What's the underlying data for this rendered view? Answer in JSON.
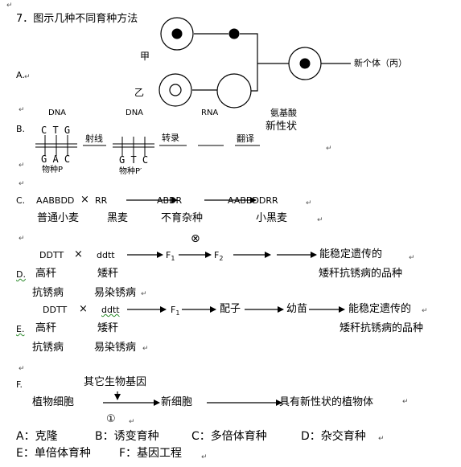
{
  "question": {
    "number_title": "7．图示几种不同育种方法",
    "return_mark": "↵"
  },
  "option_a": {
    "label": "A.",
    "jia": "甲",
    "yi": "乙",
    "result": "新个体（丙）"
  },
  "option_b": {
    "label": "B.",
    "dna1": "DNA",
    "dna2": "DNA",
    "rna": "RNA",
    "amino": "氨基酸",
    "top_seq": "C T G",
    "bottom_seq": "G A C",
    "species_p": "物种P",
    "radiation": "射线",
    "mut_seq": "G T C",
    "species_p2": "物种P′",
    "transcription": "转录",
    "translation": "翻译",
    "new_trait": "新性状"
  },
  "option_c": {
    "label": "C.",
    "p1": "AABBDD",
    "cross": "×",
    "p2": "RR",
    "hybrid": "ABDR",
    "product": "AABBDDRR",
    "n1": "普通小麦",
    "n2": "黑麦",
    "n3": "不育杂种",
    "n4": "小黑麦"
  },
  "option_d": {
    "label": "D.",
    "selfing": "⊗",
    "p1": "DDTT",
    "cross": "×",
    "p2": "ddtt",
    "f1": "F",
    "f1_sub": "1",
    "f2": "F",
    "f2_sub": "2",
    "result_line1": "能稳定遗传的",
    "trait1": "高秆",
    "trait2": "矮秆",
    "result_line2": "矮秆抗锈病的品种",
    "res1": "抗锈病",
    "res2": "易染锈病"
  },
  "option_e": {
    "label": "E.",
    "p1": "DDTT",
    "cross": "×",
    "p2": "ddtt",
    "f1": "F",
    "f1_sub": "1",
    "gamete": "配子",
    "seedling": "幼苗",
    "result_line1": "能稳定遗传的",
    "trait1": "高秆",
    "trait2": "矮秆",
    "result_line2": "矮秆抗锈病的品种",
    "res1": "抗锈病",
    "res2": "易染锈病"
  },
  "option_f": {
    "label": "F.",
    "other_genes": "其它生物基因",
    "plant_cell": "植物细胞",
    "new_cell": "新细胞",
    "new_plant": "具有新性状的植物体",
    "step": "①"
  },
  "answers": {
    "a": "A：克隆",
    "b": "B：诱变育种",
    "c": "C：多倍体育种",
    "d": "D：杂交育种",
    "e": "E：单倍体育种",
    "f": "F：基因工程"
  }
}
